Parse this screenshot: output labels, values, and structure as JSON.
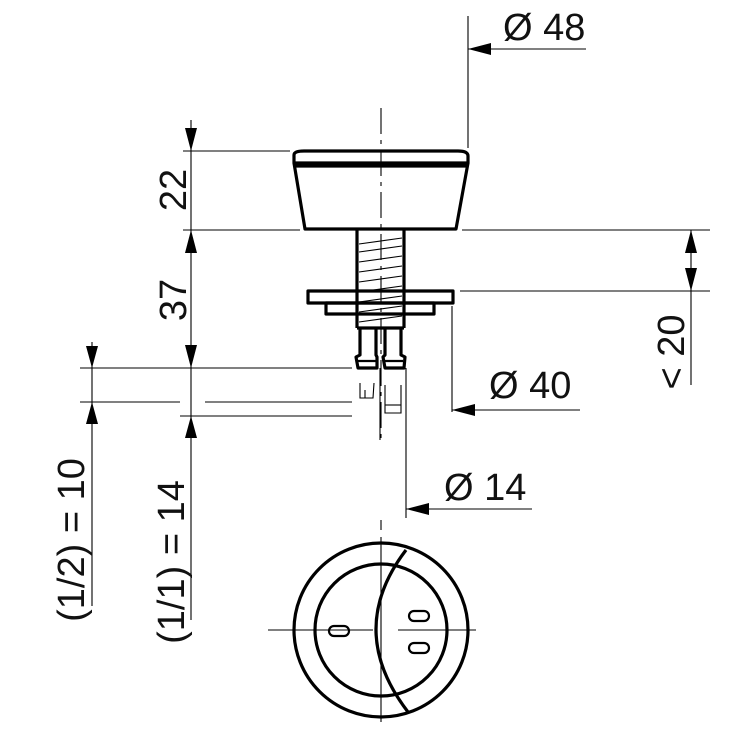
{
  "drawing": {
    "type": "technical dimension drawing",
    "subject": "dual flush push button with threaded stem",
    "line_color": "#000000",
    "background": "#ffffff"
  },
  "dimensions": {
    "button_diameter": "Ø 48",
    "flange_diameter": "Ø 40",
    "stem_diameter": "Ø 14",
    "button_height": "22",
    "stem_length": "37",
    "max_wall_thickness": "< 20",
    "half_flush_stroke": "(1/2) = 10",
    "full_flush_stroke": "(1/1) = 14"
  },
  "views": [
    {
      "name": "side-view",
      "elements": [
        "button-cap",
        "threaded-stem",
        "flange",
        "plungers"
      ]
    },
    {
      "name": "top-view",
      "elements": [
        "outer-ring",
        "inner-circle",
        "split-arc",
        "small-flush-slot",
        "large-flush-slots"
      ]
    }
  ]
}
